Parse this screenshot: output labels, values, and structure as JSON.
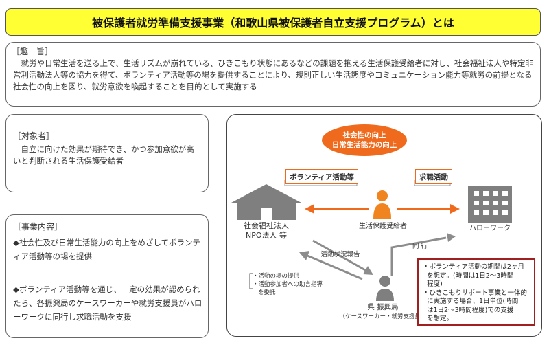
{
  "title": "被保護者就労準備支援事業（和歌山県被保護者自立支援プログラム）とは",
  "purpose": {
    "heading": "［趣　旨］",
    "text": "　就労や日常生活を送る上で、生活リズムが崩れている、ひきこもり状態にあるなどの課題を抱える生活保護受給者に対し、社会福祉法人や特定非営利活動法人等の協力を得て、ボランティア活動等の場を提供することにより、規則正しい生活態度やコミュニケーション能力等就労の前提となる社会性の向上を図り、就労意欲を喚起することを目的として実施する"
  },
  "target": {
    "heading": "［対象者］",
    "text": "　自立に向けた効果が期待でき、かつ参加意欲が高いと判断される生活保護受給者"
  },
  "content": {
    "heading": "［事業内容］",
    "item1": "◆社会性及び日常生活能力の向上をめざしてボランティア活動等の場を提供",
    "item2": "◆ボランティア活動等を通じ、一定の効果が認められたら、各振興局のケースワーカーや就労支援員がハローワークに同行し求職活動を支援"
  },
  "diagram": {
    "goal_line1": "社会性の向上",
    "goal_line2": "日常生活能力の向上",
    "volunteer_tag": "ボランティア活動等",
    "job_tag": "求職活動",
    "welfare_line1": "社会福祉法人",
    "welfare_line2": "NPO法人 等",
    "recipient": "生活保護受給者",
    "hellowork": "ハローワーク",
    "report": "活動状況報告",
    "accompany": "同 行",
    "commission_line1": "・活動の場の提供",
    "commission_line2": "・活動参加者への助言指導",
    "commission_line3": "を委託",
    "office_line1": "県 振興局",
    "office_line2": "（ケースワーカー・就労支援員）",
    "note_line1": "・ボランティア活動の期間は2ヶ月",
    "note_line2": "を想定。(時間は1日2～3時間",
    "note_line3": "程度)",
    "note_line4": "・ひきこもりサポート事業と一体的",
    "note_line5": "に実施する場合、1日単位(時間",
    "note_line6": "は1日2～3時間程度)での支援",
    "note_line7": "を想定。"
  },
  "colors": {
    "accent": "#ef6a1c",
    "person": "#f0851f",
    "gray": "#8c8c8c",
    "title_bg": "#ffff33",
    "note_border": "#a02020"
  }
}
